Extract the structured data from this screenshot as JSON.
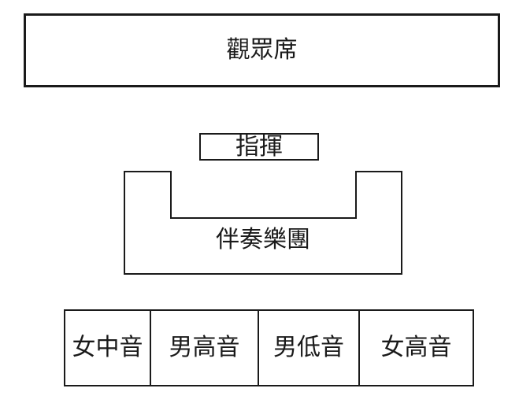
{
  "diagram": {
    "audience_label": "觀眾席",
    "conductor_label": "指揮",
    "orchestra_label": "伴奏樂團",
    "voice_sections": [
      "女中音",
      "男高音",
      "男低音",
      "女高音"
    ]
  },
  "colors": {
    "line": "#1a1a1a",
    "background": "#ffffff"
  }
}
